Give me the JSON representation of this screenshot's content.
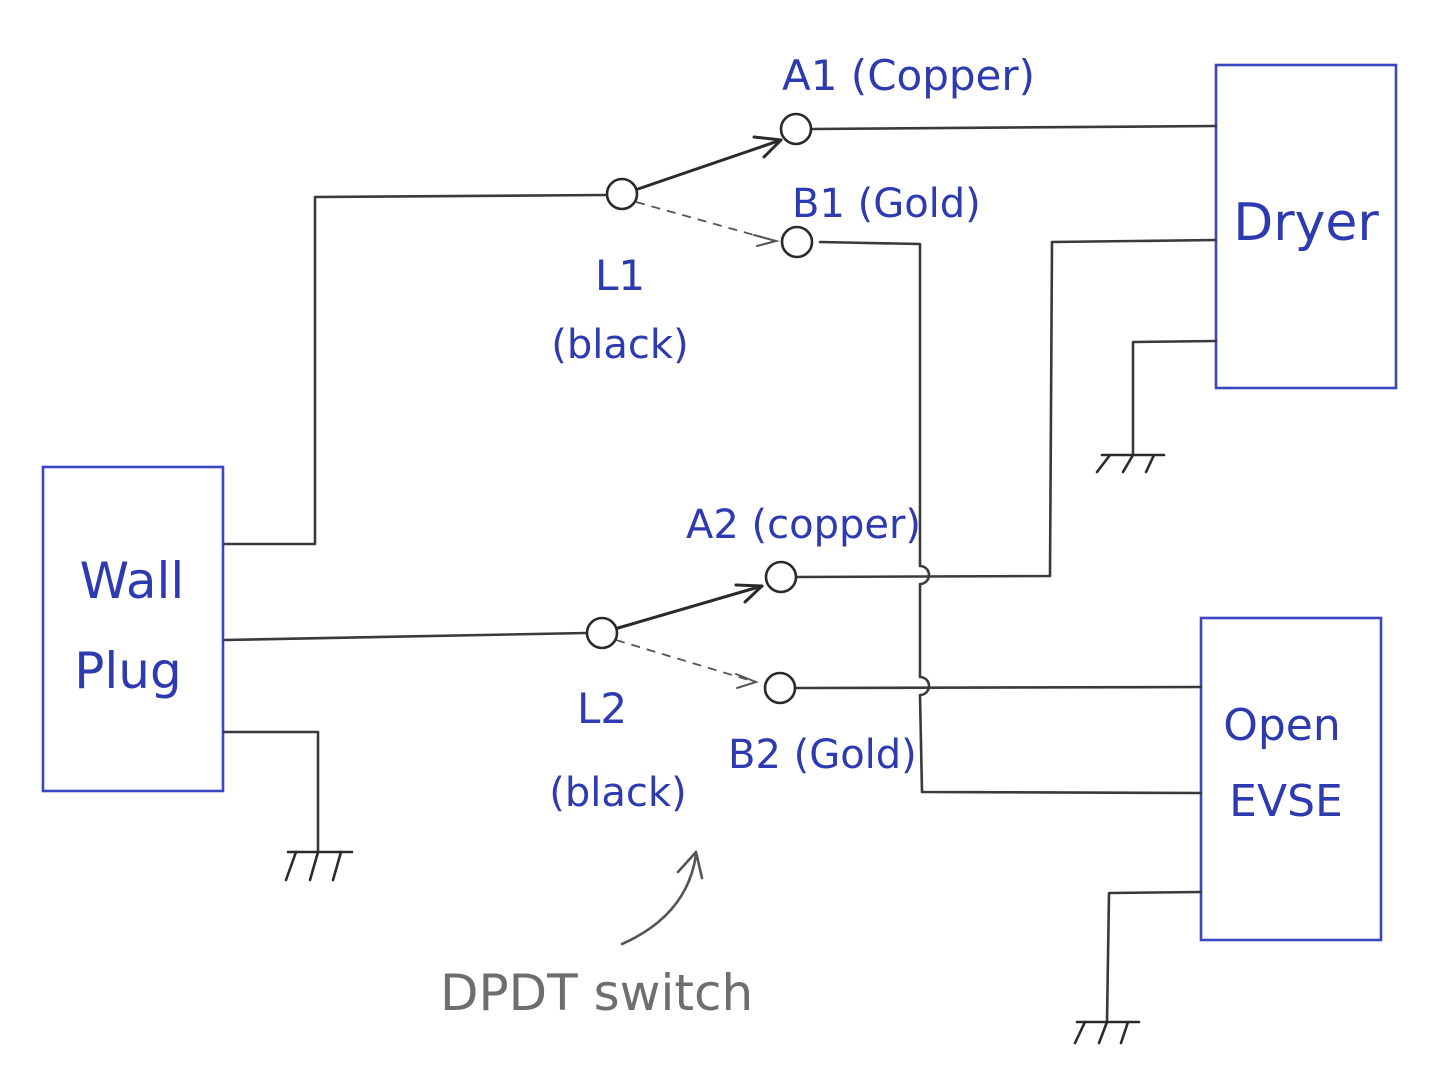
{
  "devices": {
    "wall_plug": [
      "Wall",
      "Plug"
    ],
    "dryer": "Dryer",
    "open_evse": [
      "Open",
      "EVSE"
    ]
  },
  "switch": {
    "l1": [
      "L1",
      "(black)"
    ],
    "l2": [
      "L2",
      "(black)"
    ],
    "a1": "A1 (Copper)",
    "b1": "B1 (Gold)",
    "a2": "A2 (copper)",
    "b2": "B2 (Gold)"
  },
  "callout": "DPDT switch",
  "colors": {
    "ink": "#3a3a3a",
    "label_blue": "#2e3ab0",
    "box_blue": "#3b47c0",
    "callout_gray": "#6e6e6e"
  }
}
